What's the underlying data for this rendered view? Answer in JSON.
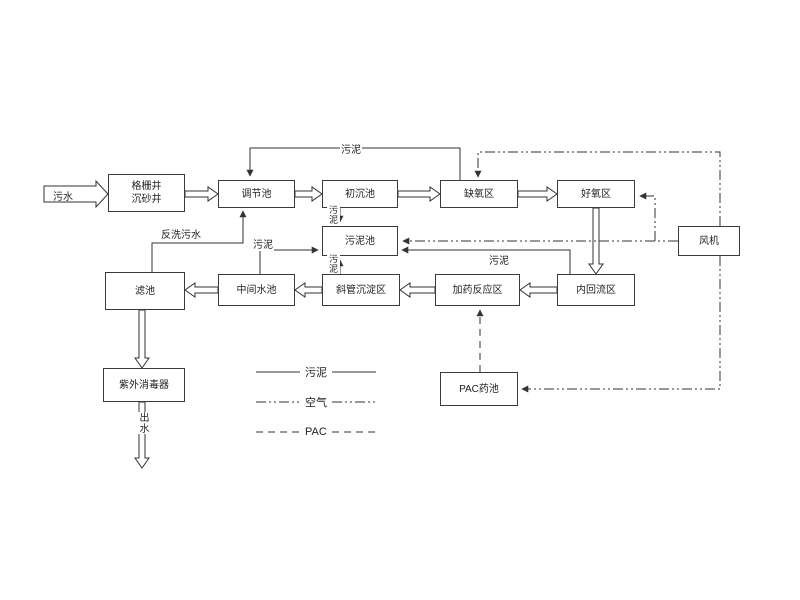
{
  "nodes": {
    "grit_line1": "格栅井",
    "grit_line2": "沉砂井",
    "regulating": "调节池",
    "primary_sed": "初沉池",
    "anoxic": "缺氧区",
    "aerobic": "好氧区",
    "blower": "风机",
    "sludge_tank": "污泥池",
    "filter": "滤池",
    "intermediate": "中间水池",
    "tube_settler": "斜管沉淀区",
    "dosing_reaction": "加药反应区",
    "internal_reflux": "内回流区",
    "uv": "紫外消毒器",
    "pac_tank": "PAC药池"
  },
  "labels": {
    "influent": "污水",
    "effluent": "出水",
    "backwash": "反洗污水",
    "sludge_top": "污泥",
    "sludge_primary": "污泥",
    "sludge_settler": "污泥",
    "sludge_intermediate": "污泥",
    "sludge_reflux": "污泥"
  },
  "legend": {
    "sludge": "污泥",
    "air": "空气",
    "pac": "PAC"
  },
  "colors": {
    "line": "#333333",
    "background": "#ffffff"
  }
}
